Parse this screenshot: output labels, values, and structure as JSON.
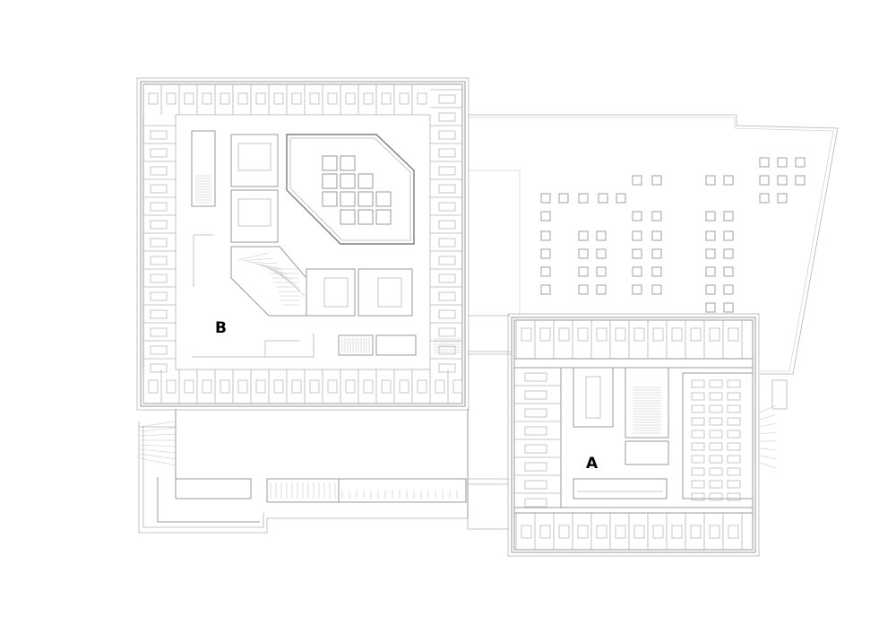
{
  "drawing": {
    "type": "architectural floor plan",
    "line_color": "#9a9a9a",
    "background": "#ffffff",
    "label_color": "#000000"
  },
  "buildings": [
    {
      "id": "A",
      "label": "A"
    },
    {
      "id": "B",
      "label": "B"
    }
  ]
}
